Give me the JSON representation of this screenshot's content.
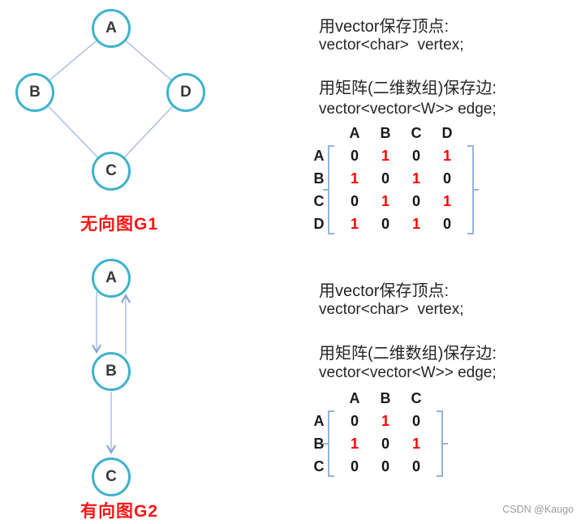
{
  "colors": {
    "node_stroke": "#3fb3cc",
    "edge_line": "#a6bcde",
    "arrow": "#7fa1d4",
    "bracket": "#95b3d7",
    "matrix_one": "#ff0000",
    "matrix_zero": "#141414",
    "caption_red": "#ff1414",
    "text": "#262626",
    "watermark": "#9b9b9f"
  },
  "graph1": {
    "caption": "无向图G1",
    "type": "undirected",
    "nodes": {
      "a": "A",
      "b": "B",
      "d": "D",
      "c": "C"
    },
    "edges": [
      "A—B",
      "A—D",
      "B—C",
      "C—D"
    ]
  },
  "graph2": {
    "caption": "有向图G2",
    "type": "directed",
    "nodes": {
      "a": "A",
      "b": "B",
      "c": "C"
    },
    "edges": [
      "A→B",
      "B→A",
      "B→C"
    ]
  },
  "panel1": {
    "vertex_title": "用vector保存顶点:",
    "vertex_code": "vector<char>  vertex;",
    "edge_title": "用矩阵(二维数组)保存边:",
    "edge_code": "vector<vector<W>> edge;",
    "matrix": {
      "cols": [
        "A",
        "B",
        "C",
        "D"
      ],
      "rows": [
        "A",
        "B",
        "C",
        "D"
      ],
      "values": [
        [
          0,
          1,
          0,
          1
        ],
        [
          1,
          0,
          1,
          0
        ],
        [
          0,
          1,
          0,
          1
        ],
        [
          1,
          0,
          1,
          0
        ]
      ]
    }
  },
  "panel2": {
    "vertex_title": "用vector保存顶点:",
    "vertex_code": "vector<char>  vertex;",
    "edge_title": "用矩阵(二维数组)保存边:",
    "edge_code": "vector<vector<W>> edge;",
    "matrix": {
      "cols": [
        "A",
        "B",
        "C"
      ],
      "rows": [
        "A",
        "B",
        "C"
      ],
      "values": [
        [
          0,
          1,
          0
        ],
        [
          1,
          0,
          1
        ],
        [
          0,
          0,
          0
        ]
      ]
    }
  },
  "watermark": "CSDN @Kaugo"
}
